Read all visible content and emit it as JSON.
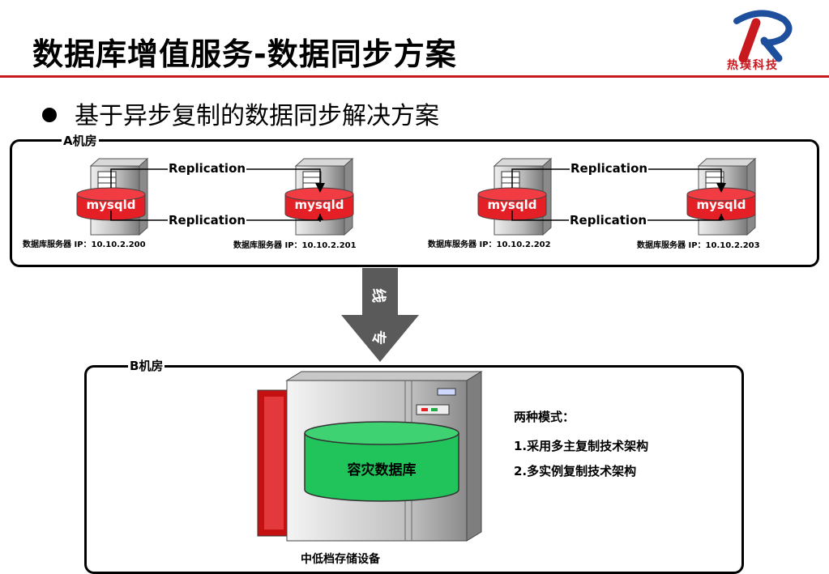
{
  "title": "数据库增值服务-数据同步方案",
  "logo": {
    "text": "热璞科技",
    "icon": "r-swoosh-logo-icon"
  },
  "bullet": "基于异步复制的数据同步解决方案",
  "room_a": {
    "label": "A机房",
    "servers": [
      {
        "db": "mysqld",
        "label": "数据库服务器 IP：10.10.2.200"
      },
      {
        "db": "mysqld",
        "label": "数据库服务器 IP：10.10.2.201"
      },
      {
        "db": "mysqld",
        "label": "数据库服务器 IP：10.10.2.202"
      },
      {
        "db": "mysqld",
        "label": "数据库服务器 IP：10.10.2.203"
      }
    ],
    "replication_label": "Replication"
  },
  "link": {
    "chars": [
      "专",
      "线"
    ]
  },
  "room_b": {
    "label": "B机房",
    "db_label": "容灾数据库",
    "storage_label": "中低档存储设备",
    "modes_title": "两种模式：",
    "modes": [
      "1.采用多主复制技术架构",
      "2.多实例复制技术架构"
    ]
  },
  "colors": {
    "accent": "#c8191f",
    "db_red": "#e41f26",
    "db_green": "#21c45a"
  }
}
